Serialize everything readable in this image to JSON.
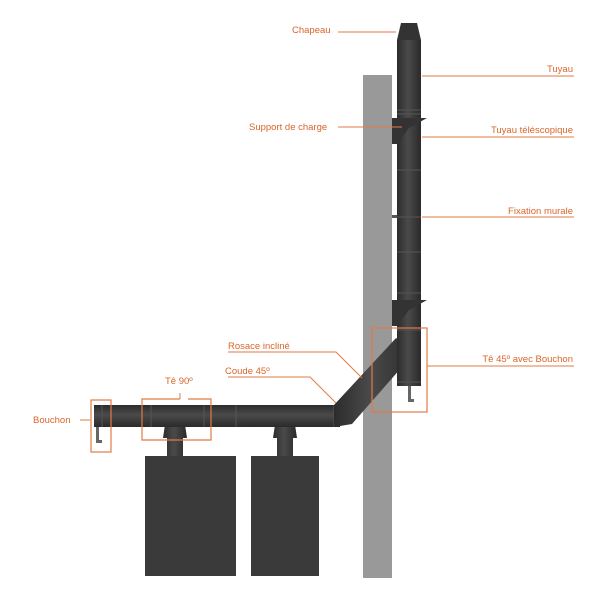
{
  "labels": {
    "chapeau": "Chapeau",
    "tuyau": "Tuyau",
    "support_de_charge": "Support de charge",
    "tuyau_telescopique": "Tuyau téléscopique",
    "fixation_murale": "Fixation murale",
    "te_45_avec_bouchon": "Tê 45º avec Bouchon",
    "rosace_incline": "Rosace incliné",
    "coude_45": "Coude 45º",
    "te_90": "Tê 90º",
    "bouchon": "Bouchon"
  },
  "colors": {
    "accent": "#e07a45",
    "pipe": "#3a3a3a",
    "wall": "#999999"
  }
}
